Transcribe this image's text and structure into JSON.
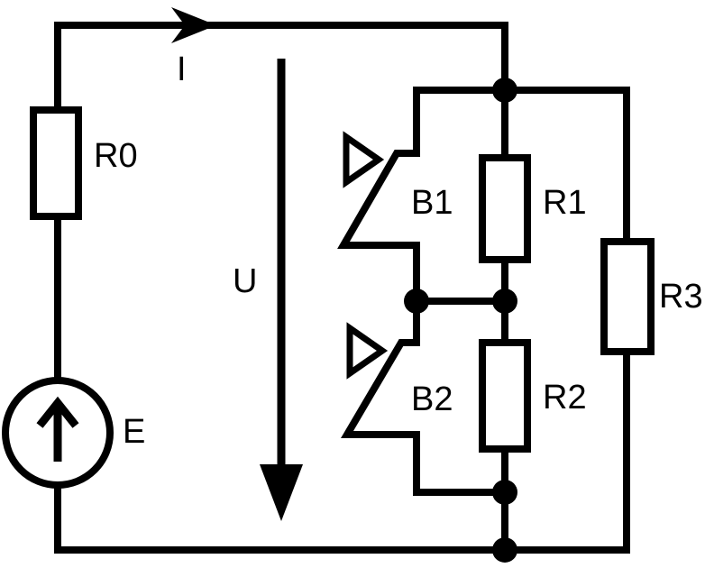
{
  "labels": {
    "current": "I",
    "voltage": "U",
    "r0": "R0",
    "r1": "R1",
    "r2": "R2",
    "r3": "R3",
    "b1": "B1",
    "b2": "B2",
    "source": "E"
  },
  "colors": {
    "line": "#000000",
    "background": "#ffffff"
  },
  "icons": {
    "source": "voltage-source-up-arrow-icon",
    "switch": "diode-style-switch-icon"
  }
}
